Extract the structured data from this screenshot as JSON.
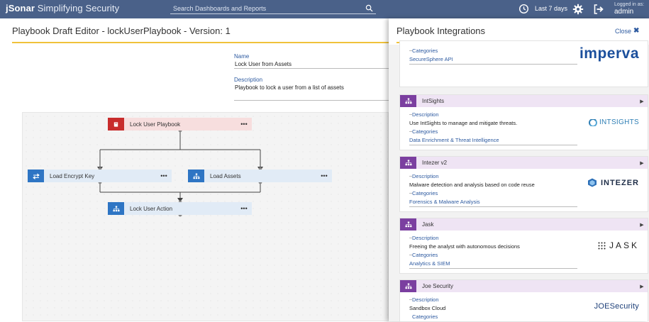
{
  "header": {
    "brand_bold": "jSonar",
    "brand_rest": " Simplifying Security",
    "search_placeholder": "Search Dashboards and Reports",
    "time_range": "Last 7 days",
    "logged_in_label": "Logged in as:",
    "username": "admin",
    "bar_color": "#4a6189"
  },
  "editor": {
    "title": "Playbook Draft Editor - lockUserPlaybook - Version: 1",
    "name_label": "Name",
    "name_value": "Lock User from Assets",
    "description_label": "Description",
    "description_value": "Playbook to lock a user from a list of assets",
    "nodes": {
      "playbook": {
        "label": "Lock User Playbook",
        "menu": "•••"
      },
      "encrypt": {
        "label": "Load Encrypt Key",
        "menu": "•••"
      },
      "assets": {
        "label": "Load Assets",
        "menu": "•••"
      },
      "action": {
        "label": "Lock User Action",
        "menu": "•••"
      }
    }
  },
  "integrations": {
    "title": "Playbook Integrations",
    "close_label": "Close",
    "accent_color": "#7b3fa0",
    "cards": {
      "imperva": {
        "categories_label": "Categories",
        "categories": "SecureSphere API",
        "logo_text": "imperva"
      },
      "intsights": {
        "name": "IntSights",
        "description_label": "Description",
        "description": "Use IntSights to manage and mitigate threats.",
        "categories_label": "Categories",
        "categories": "Data Enrichment & Threat Intelligence",
        "logo_text": "INTSIGHTS"
      },
      "intezer": {
        "name": "Intezer v2",
        "description_label": "Description",
        "description": "Malware detection and analysis based on code reuse",
        "categories_label": "Categories",
        "categories": "Forensics & Malware Analysis",
        "logo_text": "INTEZER"
      },
      "jask": {
        "name": "Jask",
        "description_label": "Description",
        "description": "Freeing the analyst with autonomous decisions",
        "categories_label": "Categories",
        "categories": "Analytics & SIEM",
        "logo_text": "JASK"
      },
      "joe": {
        "name": "Joe Security",
        "description_label": "Description",
        "description": "Sandbox Cloud",
        "categories_label": "Categories",
        "logo_text": "JOESecurity"
      }
    }
  }
}
